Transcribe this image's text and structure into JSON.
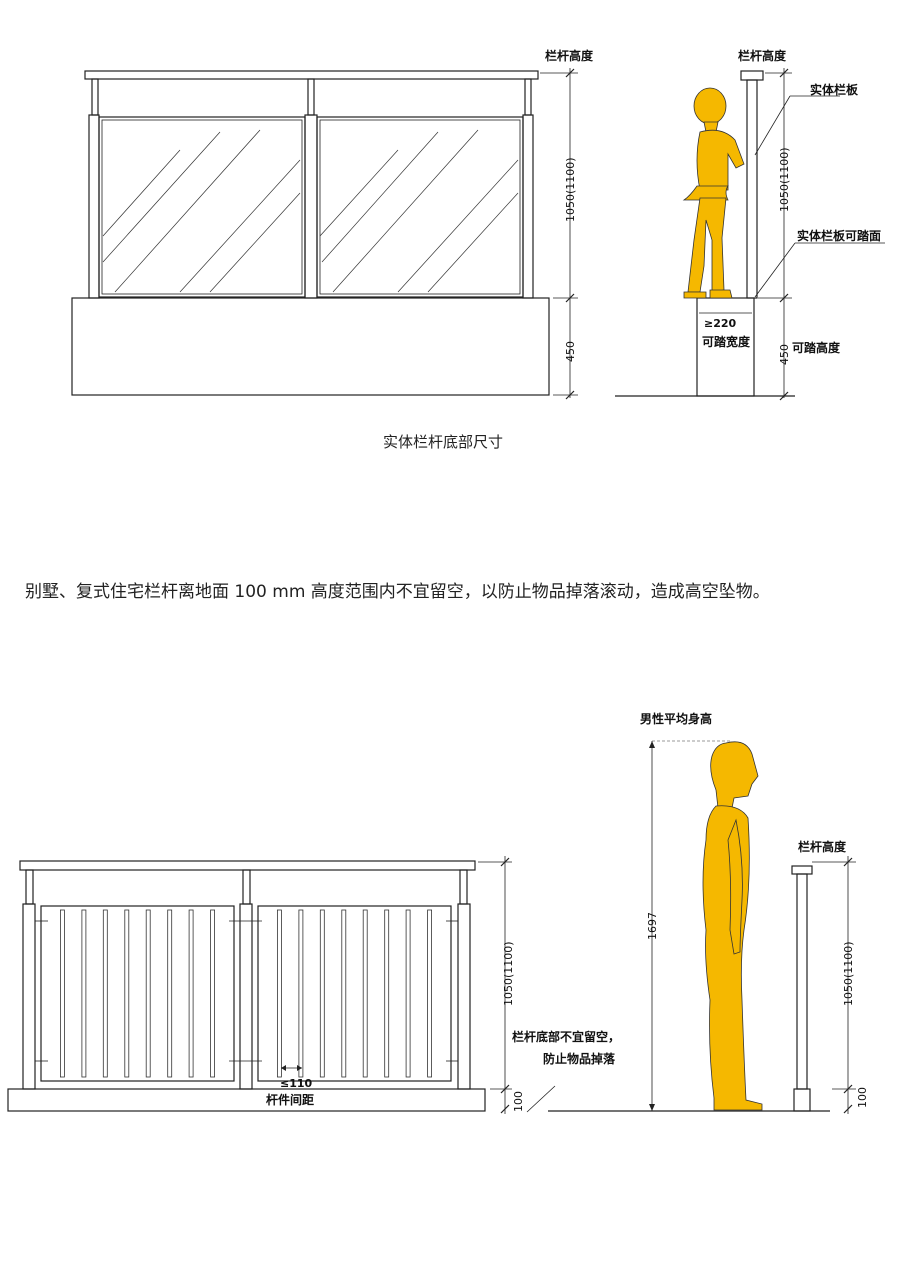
{
  "top_figure": {
    "left_height_label": "栏杆高度",
    "dim_upper": "1050(1100)",
    "dim_lower": "450",
    "right_height_label": "栏杆高度",
    "solid_panel_label": "实体栏板",
    "steppable_surface_label": "实体栏板可踏面",
    "width_dim": "≥220",
    "step_width_label": "可踏宽度",
    "right_dim_upper": "1050(1100)",
    "right_dim_lower": "450",
    "step_height_label": "可踏高度",
    "caption": "实体栏杆底部尺寸"
  },
  "paragraph": "别墅、复式住宅栏杆离地面 100 mm 高度范围内不宜留空，以防止物品掉落滚动，造成高空坠物。",
  "bottom_figure": {
    "male_height_label": "男性平均身高",
    "male_height_dim": "1697",
    "right_height_label": "栏杆高度",
    "dim_upper": "1050(1100)",
    "dim_lower": "100",
    "right_dim_upper": "1050(1100)",
    "right_dim_lower": "100",
    "gap_note_line1": "栏杆底部不宜留空，",
    "gap_note_line2": "防止物品掉落",
    "spacing_dim": "≤110",
    "spacing_label": "杆件间距"
  },
  "colors": {
    "figure_fill": "#F5B800",
    "line": "#222222"
  }
}
